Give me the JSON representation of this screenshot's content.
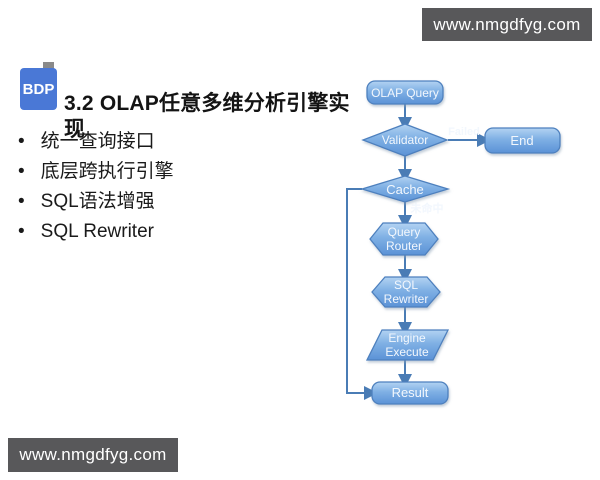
{
  "watermarks": {
    "top": "www.nmgdfyg.com",
    "bottom": "www.nmgdfyg.com"
  },
  "header": {
    "logo_text": "BDP",
    "title": "3.2 OLAP任意多维分析引擎实现"
  },
  "bullets": [
    "统一查询接口",
    "底层跨执行引擎",
    "SQL语法增强",
    "SQL Rewriter"
  ],
  "flowchart": {
    "nodes": {
      "olap_query": "OLAP Query",
      "validator": "Validator",
      "end": "End",
      "cache": "Cache",
      "query_router": [
        "Query",
        "Router"
      ],
      "sql_rewriter": [
        "SQL",
        "Rewriter"
      ],
      "engine_execute": [
        "Engine",
        "Execute"
      ],
      "result": "Result"
    },
    "edge_labels": {
      "failed": "Failed",
      "cache_miss": "未命中"
    },
    "colors": {
      "node_fill_top": "#aacdf0",
      "node_fill_bottom": "#5b92d6",
      "node_border": "#4e80be",
      "connector": "#4a7cb5",
      "edge_label_red": "#c22b2e",
      "banner_bg": "#58585a",
      "logo_bg": "#4a78d6"
    }
  }
}
